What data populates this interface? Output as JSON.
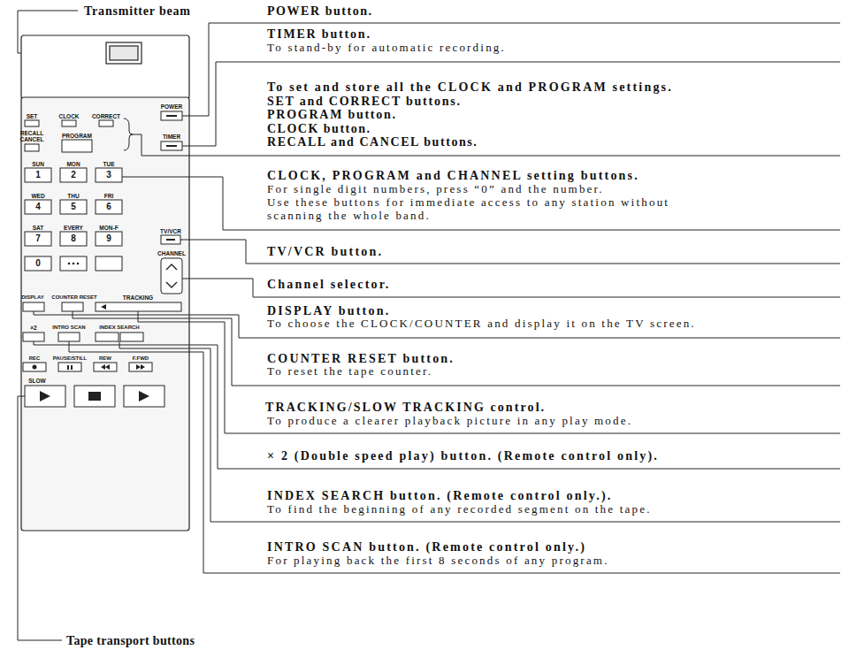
{
  "diagram": {
    "labels": [
      "Transmitter beam",
      "POWER button.",
      "TIMER button.",
      "To stand-by for automatic recording.",
      "To set and store all the CLOCK and PROGRAM settings.",
      "SET and CORRECT buttons.",
      "PROGRAM button.",
      "CLOCK button.",
      "RECALL and CANCEL buttons.",
      "CLOCK, PROGRAM and CHANNEL setting buttons.",
      "For single digit numbers, press “0” and the number.",
      "Use these buttons for immediate access to any station without",
      "scanning the whole band.",
      "TV/VCR button.",
      "Channel selector.",
      "DISPLAY button.",
      "To choose the CLOCK/COUNTER and display it on the TV screen.",
      "COUNTER RESET button.",
      "To reset the tape counter.",
      "TRACKING/SLOW TRACKING control.",
      "To produce a clearer playback picture in any play mode.",
      "× 2 (Double speed play) button. (Remote control only).",
      "INDEX SEARCH button. (Remote control only.).",
      "To find the beginning of any recorded segment on the tape.",
      "INTRO SCAN button. (Remote control only.)",
      "For playing back the first 8 seconds of any program.",
      "Tape transport buttons",
      "SET",
      "CLOCK",
      "CORRECT",
      "RECALL",
      "CANCEL",
      "PROGRAM",
      "POWER",
      "TIMER",
      "SUN",
      "MON",
      "TUE",
      "1",
      "2",
      "3",
      "WED",
      "THU",
      "FRI",
      "4",
      "5",
      "6",
      "SAT",
      "EVERY",
      "MON-F",
      "7",
      "8",
      "9",
      "0",
      "TV/VCR",
      "CHANNEL",
      "DISPLAY",
      "COUNTER RESET",
      "TRACKING",
      "×2",
      "INTRO SCAN",
      "INDEX SEARCH",
      "REC",
      "PAUSE/STILL",
      "REW",
      "F.FWD",
      "SLOW"
    ]
  }
}
